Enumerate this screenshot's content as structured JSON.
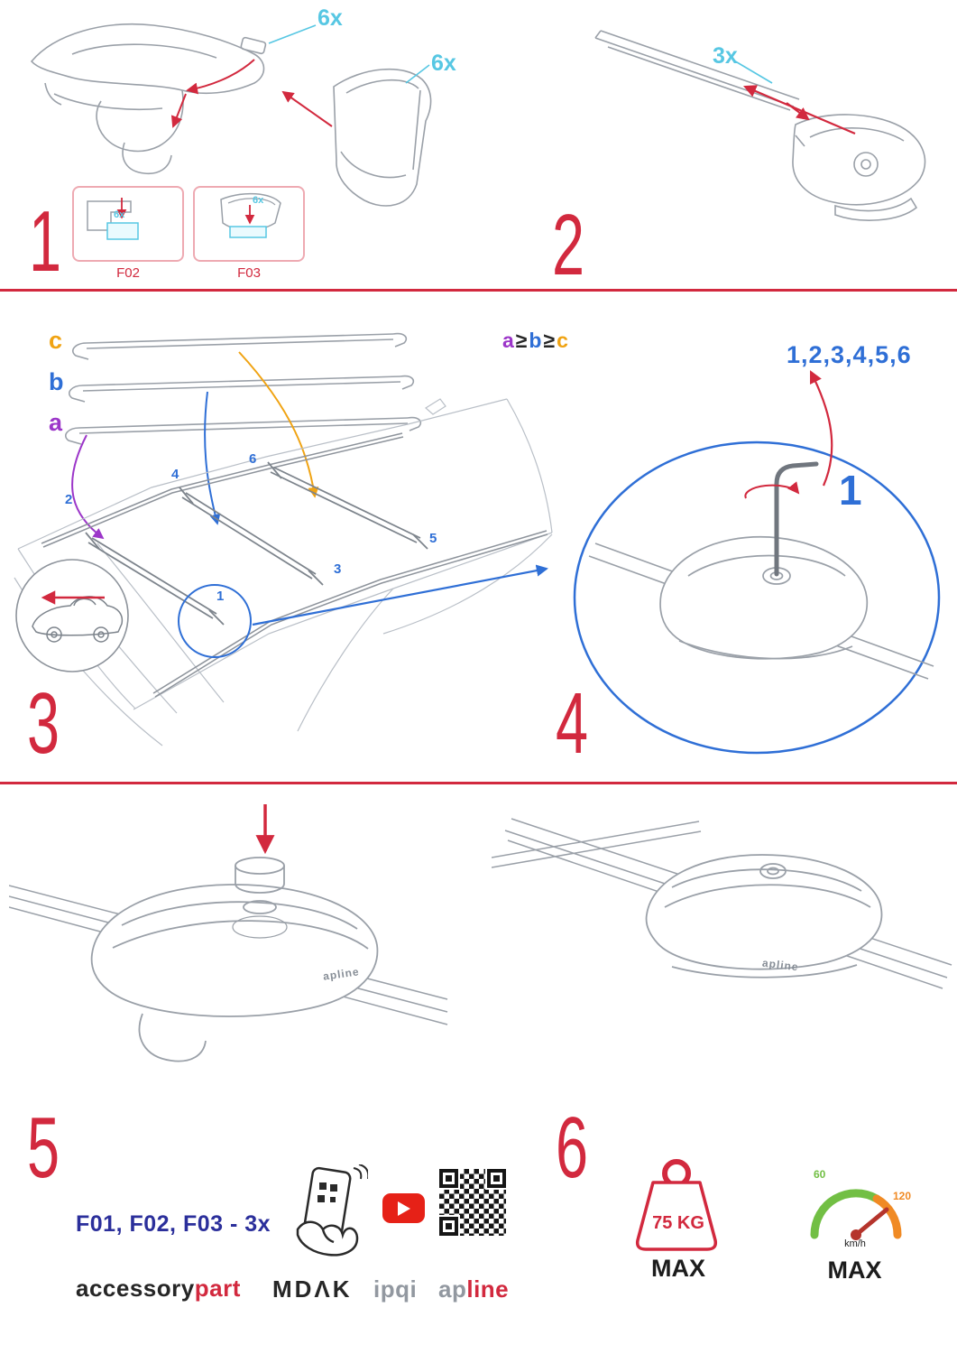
{
  "colors": {
    "red": "#d2293e",
    "cyan": "#57c7e3",
    "blue": "#2f6fd6",
    "purple": "#9c36c9",
    "orange": "#f0a312",
    "navy": "#2b2f9b",
    "green": "#72bf44",
    "speed_orange": "#f08a24",
    "lineart_gray": "#9aa0a8",
    "ink": "#262626",
    "brand_gray": "#9298a0"
  },
  "step1": {
    "number": "1",
    "qty_top": "6x",
    "qty_side": "6x",
    "boxes": [
      {
        "label": "F02",
        "qty": "6x"
      },
      {
        "label": "F03",
        "qty": "6x"
      }
    ]
  },
  "step2": {
    "number": "2",
    "qty": "3x"
  },
  "step3": {
    "number": "3",
    "bar_labels": {
      "c": "c",
      "b": "b",
      "a": "a"
    },
    "formula": {
      "a": "a",
      "op1": "≥",
      "b": "b",
      "op2": "≥",
      "c": "c"
    },
    "positions": {
      "p1": "1",
      "p2": "2",
      "p3": "3",
      "p4": "4",
      "p5": "5",
      "p6": "6"
    }
  },
  "step4": {
    "number": "4",
    "sequence": "1,2,3,4,5,6",
    "first": "1"
  },
  "step5": {
    "number": "5",
    "kit_text": "F01, F02, F03 - 3x",
    "foot_logo": "apline"
  },
  "step6": {
    "number": "6",
    "foot_logo": "apline",
    "weight_value": "75 KG",
    "weight_max": "MAX",
    "speed_low": "60",
    "speed_high": "120",
    "speed_unit": "km/h",
    "speed_max": "MAX"
  },
  "footer": {
    "brand1_part1": "accessory",
    "brand1_part2": "part",
    "brand2": "MDΛK",
    "brand3": "ipqi",
    "brand4_part1": "ap",
    "brand4_part2": "line"
  },
  "icons": {
    "youtube": "play-button",
    "qr": "qr-code",
    "scan": "phone-qr-scan",
    "weight": "max-load-weight",
    "speedometer": "max-speed-gauge",
    "car_inset": "car-direction"
  }
}
